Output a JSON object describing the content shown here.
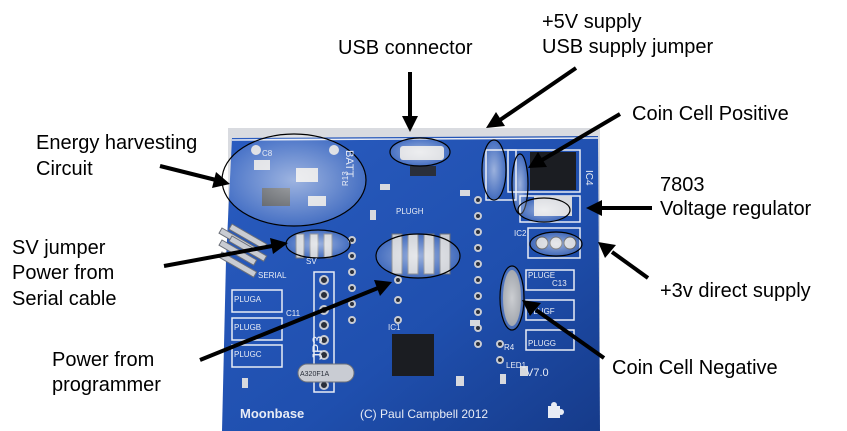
{
  "labels": {
    "usb_connector": "USB connector",
    "supply_line1": "+5V supply",
    "supply_line2": "USB supply jumper",
    "coin_positive": "Coin Cell Positive",
    "regulator_line1": "7803",
    "regulator_line2": "Voltage regulator",
    "direct_supply": "+3v direct supply",
    "coin_negative": "Coin Cell Negative",
    "energy_line1": "Energy harvesting",
    "energy_line2": "Circuit",
    "sv_line1": "SV jumper",
    "sv_line2": "Power from",
    "sv_line3": "Serial cable",
    "prog_line1": "Power from",
    "prog_line2": "programmer"
  },
  "board": {
    "logo": "Moonbase",
    "copyright": "(C) Paul Campbell 2012",
    "version": "V7.0",
    "silk": {
      "plugh": "PLUGH",
      "serial": "SERIAL",
      "sv": "SV",
      "pluga": "PLUGA",
      "plugb": "PLUGB",
      "plugc": "PLUGC",
      "pluge": "PLUGE",
      "plugf": "PLUGF",
      "plugg": "PLUGG",
      "jp3": "JP3",
      "ic1": "IC1",
      "ic2": "IC2",
      "ic4": "IC4",
      "c13": "C13",
      "c11": "C11",
      "crystal": "A320F1A",
      "batt": "BATT",
      "led1": "LED1",
      "r4": "R4",
      "c8": "C8",
      "r13": "R13"
    }
  },
  "colors": {
    "board": "#1f4fae",
    "board_dark": "#163b8a",
    "silk": "#e8ecf5",
    "pad": "#c9ccd3"
  }
}
